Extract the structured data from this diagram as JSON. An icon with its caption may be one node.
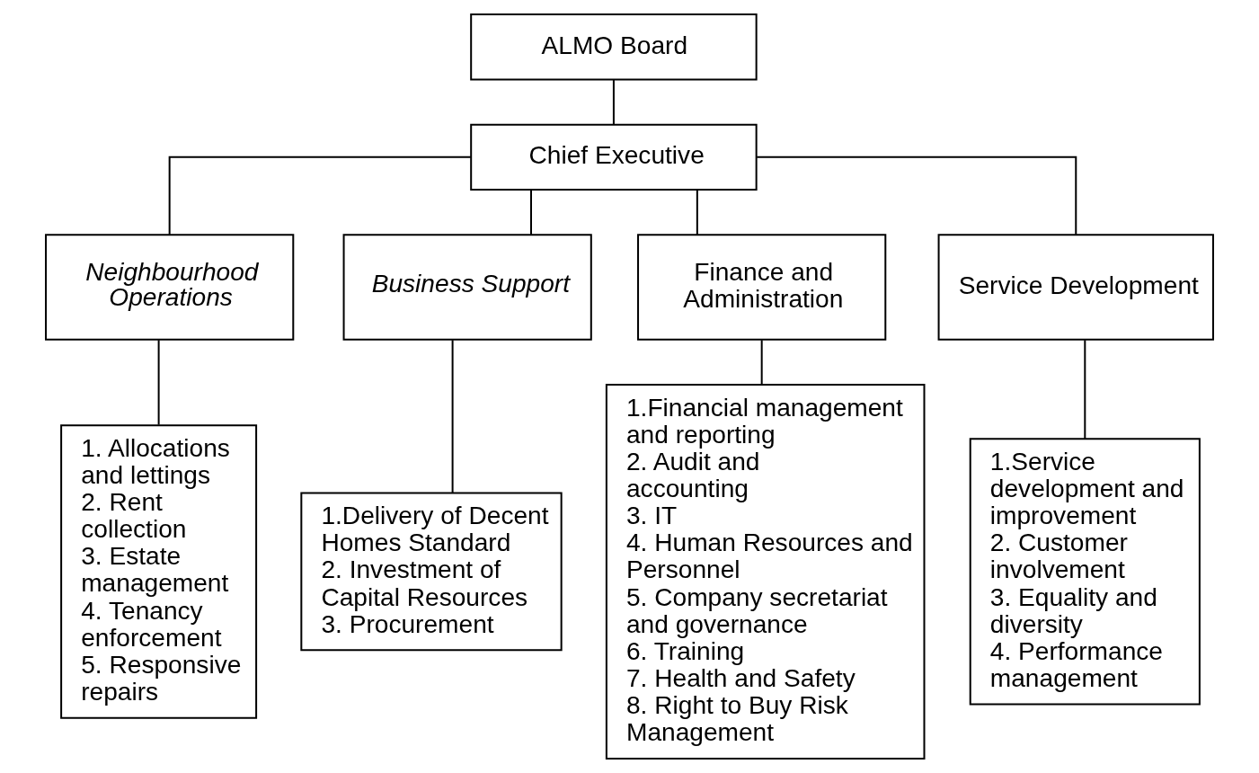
{
  "diagram": {
    "nodes": [
      {
        "text": [
          "ALMO Board"
        ]
      },
      {
        "text": [
          "Chief Executive"
        ]
      },
      {
        "text": [
          "Neighbourhood Operations"
        ]
      },
      {
        "text": [
          "Business Support"
        ]
      },
      {
        "text": [
          "Finance and Administration"
        ]
      },
      {
        "text": [
          "Service Development"
        ]
      },
      {
        "text": [
          "1. Allocations and lettings",
          "2. Rent collection",
          "3. Estate management",
          "4. Tenancy enforcement",
          "5. Responsive repairs"
        ]
      },
      {
        "text": [
          "1.Delivery of Decent Homes Standard",
          "2. Investment of Capital Resources",
          "3. Procurement"
        ]
      },
      {
        "text": [
          "1.Financial management and reporting",
          "2. Audit and accounting",
          "3. IT",
          "4. Human Resources and Personnel",
          "5. Company secretariat and governance",
          "6. Training",
          "7. Health and Safety",
          "8. Right to Buy Risk Management"
        ]
      },
      {
        "text": [
          "1.Service development and improvement",
          "2. Customer involvement",
          "3. Equality and diversity",
          "4. Performance management"
        ]
      }
    ],
    "edges": [
      {
        "from": 0,
        "to": 1,
        "arrow": "none"
      },
      {
        "from": 1,
        "to": 2,
        "arrow": "none"
      },
      {
        "from": 1,
        "to": 3,
        "arrow": "none"
      },
      {
        "from": 1,
        "to": 4,
        "arrow": "none"
      },
      {
        "from": 1,
        "to": 5,
        "arrow": "none"
      },
      {
        "from": 2,
        "to": 6,
        "arrow": "none"
      },
      {
        "from": 3,
        "to": 7,
        "arrow": "none"
      },
      {
        "from": 4,
        "to": 8,
        "arrow": "none"
      },
      {
        "from": 5,
        "to": 9,
        "arrow": "none"
      }
    ]
  }
}
